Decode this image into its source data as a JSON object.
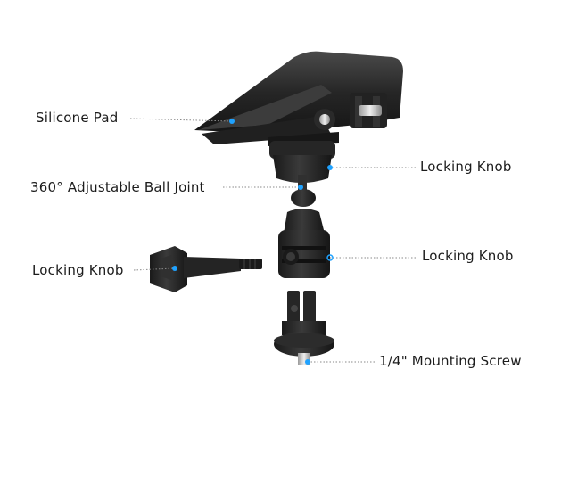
{
  "labels": {
    "silicone_pad": "Silicone Pad",
    "ball_joint": "360° Adjustable Ball Joint",
    "locking_knob_top": "Locking Knob",
    "locking_knob_mid": "Locking Knob",
    "locking_knob_left": "Locking Knob",
    "mounting_screw": "1/4\" Mounting Screw"
  },
  "colors": {
    "background": "#ffffff",
    "part_dark": "#1e1e1e",
    "part_mid": "#2e2e2e",
    "part_highlight": "#4a4a4a",
    "marker": "#1fa2ff",
    "leader_line": "#8a8a8a"
  }
}
